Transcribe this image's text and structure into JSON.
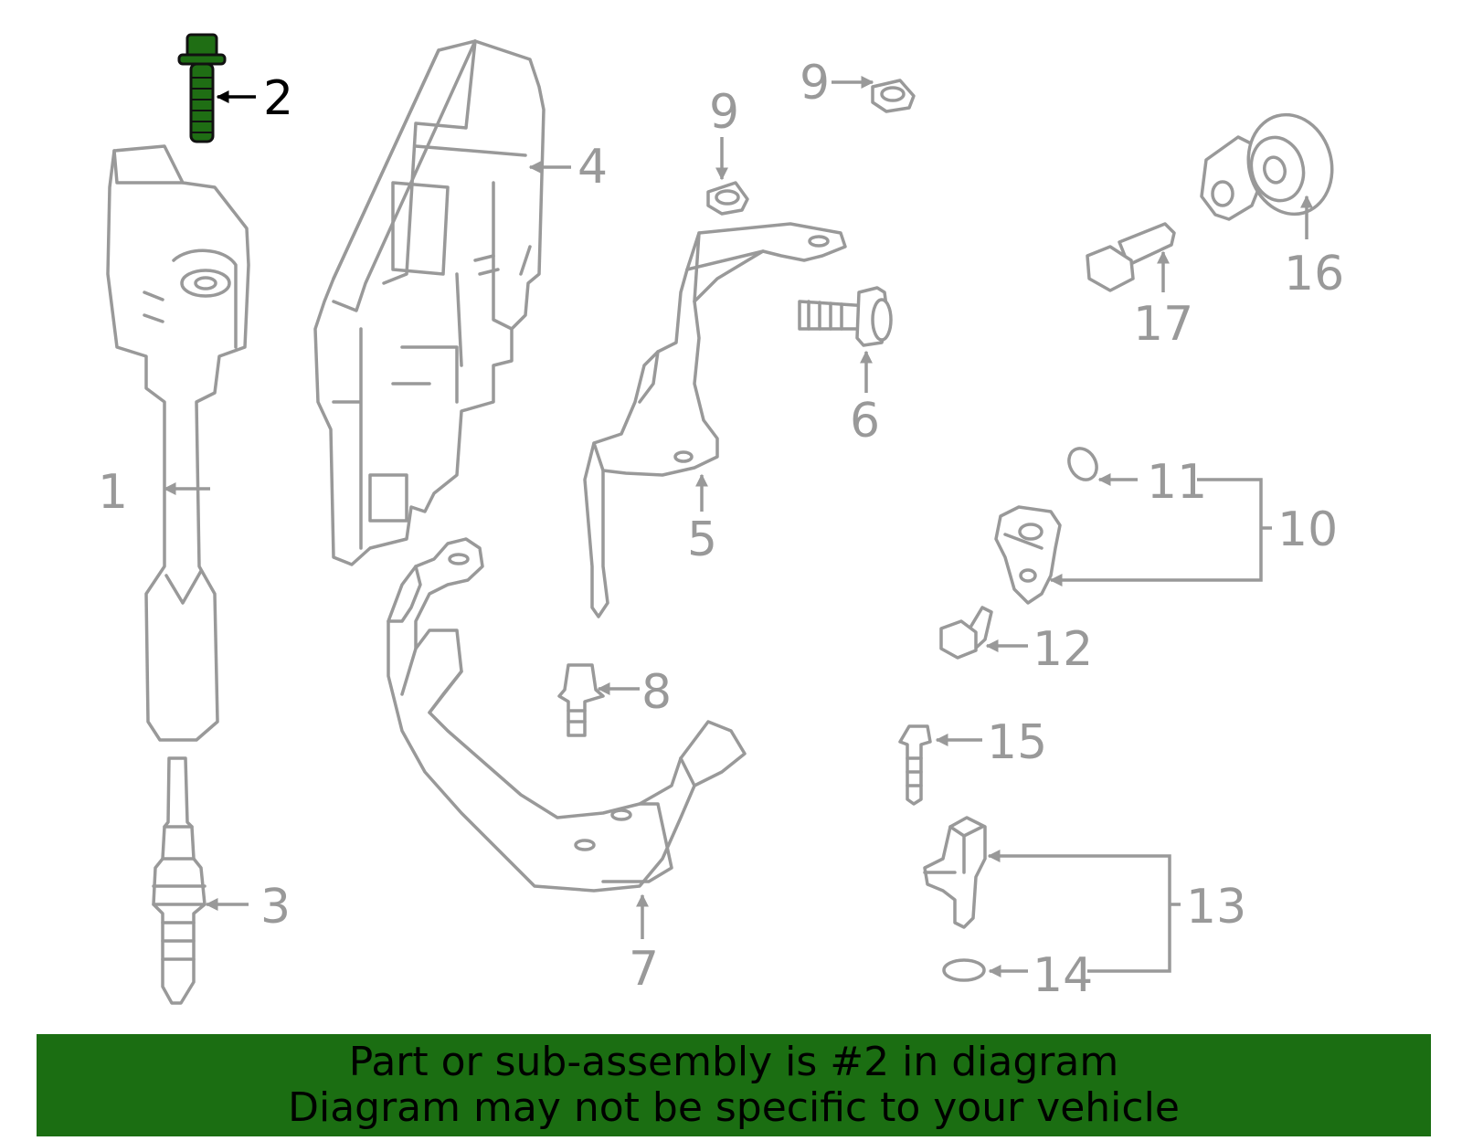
{
  "banner": {
    "line1": "Part or sub-assembly is #2 in diagram",
    "line2": "Diagram may not be specific to your vehicle",
    "color": "#1b6e12"
  },
  "highlight": {
    "part": "2",
    "color": "#1f6e14"
  },
  "callouts": {
    "c1": "1",
    "c2": "2",
    "c3": "3",
    "c4": "4",
    "c5": "5",
    "c6": "6",
    "c7": "7",
    "c8": "8",
    "c9a": "9",
    "c9b": "9",
    "c10": "10",
    "c11": "11",
    "c12": "12",
    "c13": "13",
    "c14": "14",
    "c15": "15",
    "c16": "16",
    "c17": "17"
  }
}
